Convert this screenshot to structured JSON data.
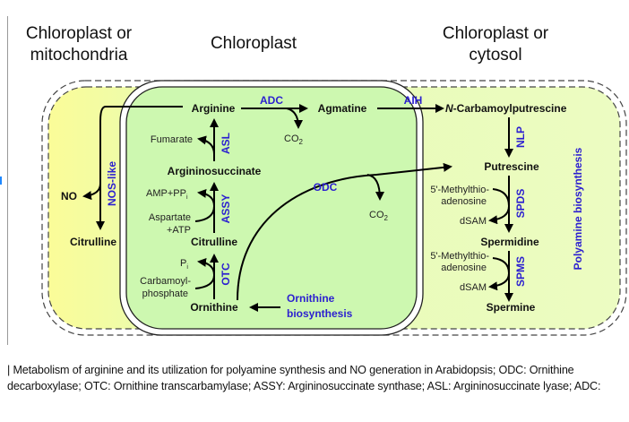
{
  "regions": {
    "left_title": [
      "Chloroplast or",
      "mitochondria"
    ],
    "center_title": "Chloroplast",
    "right_title": [
      "Chloroplast or",
      "cytosol"
    ]
  },
  "colors": {
    "enzyme_text": "#2b1fd0",
    "chloroplast_fill": "#cdf7b0",
    "outer_fill_left": "#fbfc9a",
    "outer_fill_right": "#ecfcc0",
    "arrow": "#000000"
  },
  "metabolites": {
    "arginine": "Arginine",
    "agmatine": "Agmatine",
    "n_carbamoyl_prefix": "N",
    "n_carbamoyl_rest": "-Carbamoylputrescine",
    "argininosuccinate": "Argininosuccinate",
    "citrulline_center": "Citrulline",
    "ornithine": "Ornithine",
    "citrulline_left": "Citrulline",
    "no": "NO",
    "putrescine": "Putrescine",
    "spermidine": "Spermidine",
    "spermine": "Spermine"
  },
  "side_products": {
    "co2_adc": "CO",
    "co2_odc": "CO",
    "co2_sub": "2",
    "fumarate": "Fumarate",
    "amp_ppi": "AMP+PP",
    "amp_ppi_sub": "i",
    "aspartate": "Aspartate",
    "atp": "+ATP",
    "pi": "P",
    "pi_sub": "i",
    "carbamoyl1": "Carbamoyl-",
    "carbamoyl2": "phosphate",
    "mta1_spds": "5'-Methylthio-",
    "mta2_spds": "adenosine",
    "dsam_spds": "dSAM",
    "mta1_spms": "5'-Methylthio-",
    "mta2_spms": "adenosine",
    "dsam_spms": "dSAM"
  },
  "enzymes": {
    "adc": "ADC",
    "aih": "AIH",
    "asl": "ASL",
    "assy": "ASSY",
    "otc": "OTC",
    "odc": "ODC",
    "nlp": "NLP",
    "spds": "SPDS",
    "spms": "SPMS",
    "nos_like": "NOS-like"
  },
  "pathway_labels": {
    "ornithine_biosynthesis": [
      "Ornithine",
      "biosynthesis"
    ],
    "polyamine_biosynthesis": "Polyamine biosynthesis"
  },
  "caption": "| Metabolism of arginine and its utilization for polyamine synthesis and NO generation in Arabidopsis; ODC: Ornithine decarboxylase; OTC: Ornithine transcarbamylase; ASSY: Argininosuccinate synthase; ASL: Argininosuccinate lyase; ADC:"
}
